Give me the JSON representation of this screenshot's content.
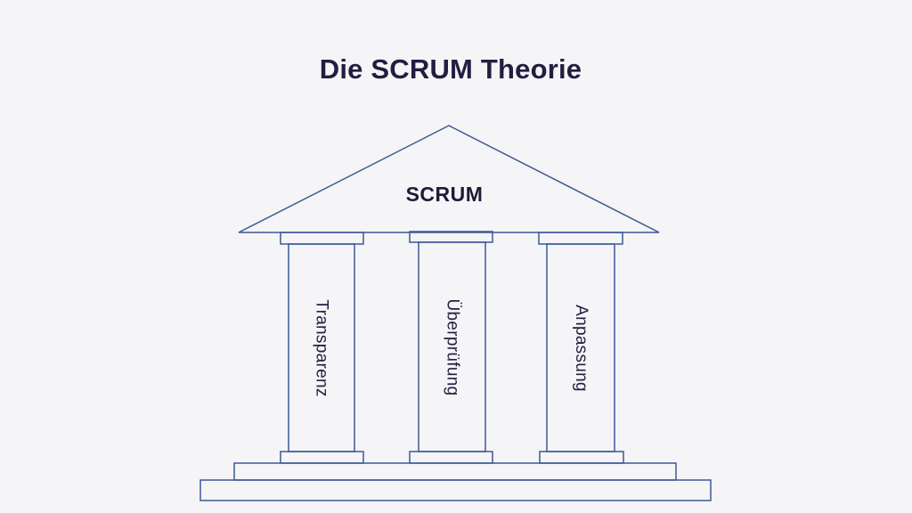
{
  "title": "Die SCRUM Theorie",
  "temple": {
    "pediment_label": "SCRUM",
    "pillars": [
      {
        "label": "Transparenz"
      },
      {
        "label": "Überprüfung"
      },
      {
        "label": "Anpassung"
      }
    ]
  },
  "colors": {
    "background": "#f5f4f6",
    "outline_blue": "#3d5a96",
    "title_text": "#221e41",
    "pediment_text": "#1e1b38",
    "pillar_text": "#232043"
  }
}
